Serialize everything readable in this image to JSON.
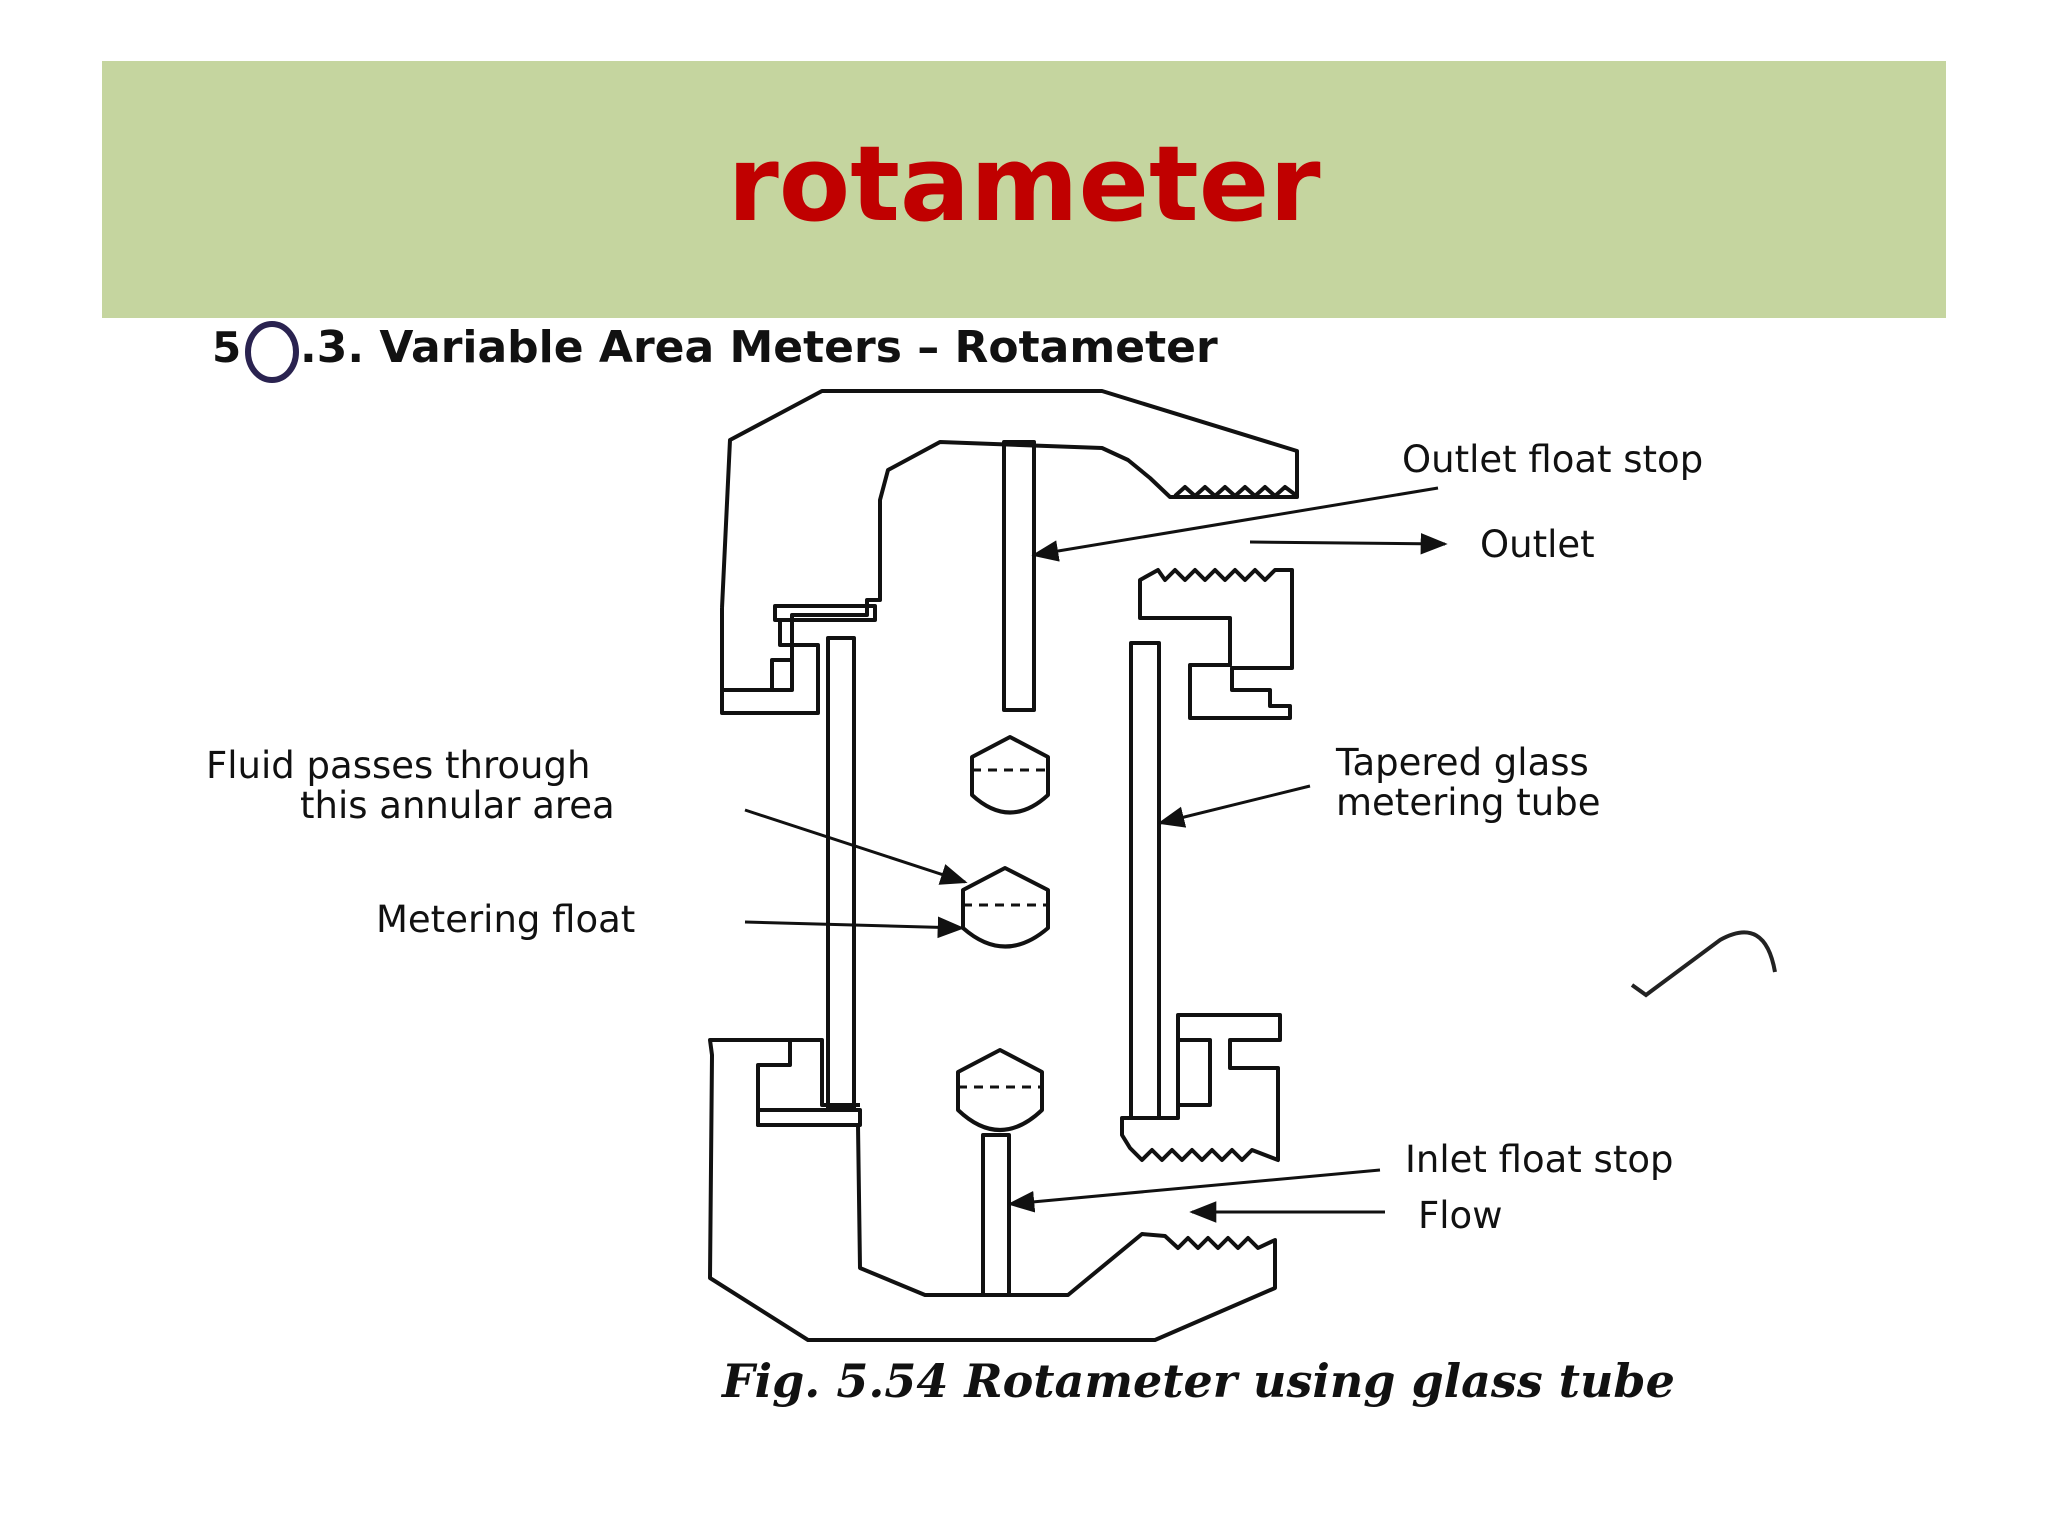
{
  "slide": {
    "title": "rotameter",
    "title_color": "#c00000",
    "banner_color": "#c5d59f"
  },
  "figure": {
    "heading_number": "5",
    "heading_text": ".3. Variable Area Meters – Rotameter",
    "caption": "Fig. 5.54 Rotameter using glass tube",
    "labels": {
      "outlet_float_stop": "Outlet float stop",
      "outlet": "Outlet",
      "fluid_line1": "Fluid passes through",
      "fluid_line2": "this annular area",
      "tapered_line1": "Tapered glass",
      "tapered_line2": "metering tube",
      "metering_float": "Metering float",
      "inlet_float_stop": "Inlet float stop",
      "flow": "Flow"
    },
    "line_color": "#111111"
  }
}
